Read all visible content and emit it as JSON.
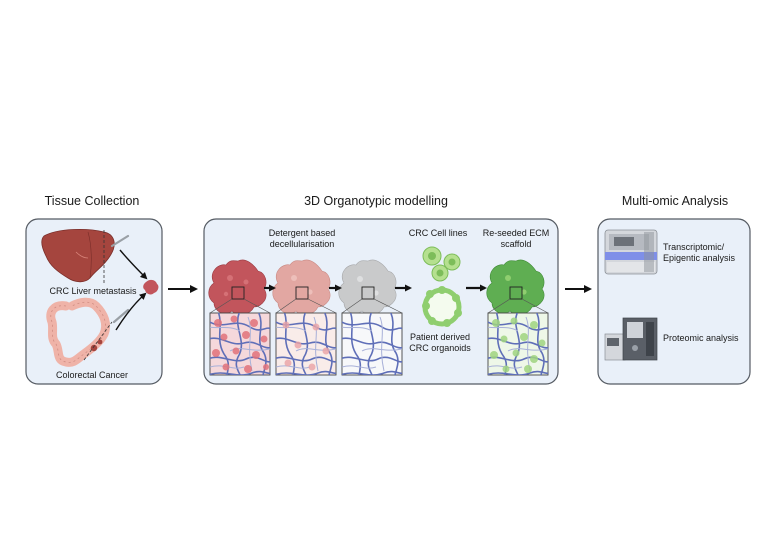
{
  "sections": {
    "tissue": {
      "title": "Tissue Collection",
      "liver_label": "CRC Liver metastasis",
      "colon_label": "Colorectal Cancer"
    },
    "modelling": {
      "title": "3D Organotypic modelling",
      "decell_label_1": "Detergent based",
      "decell_label_2": "decellularisation",
      "cell_lines_label": "CRC Cell lines",
      "reseeded_label_1": "Re-seeded ECM",
      "reseeded_label_2": "scaffold",
      "organoid_label_1": "Patient derived",
      "organoid_label_2": "CRC organoids"
    },
    "omics": {
      "title": "Multi-omic Analysis",
      "transcriptomic_label_1": "Transcriptomic/",
      "transcriptomic_label_2": "Epigentic analysis",
      "proteomic_label": "Proteomic analysis"
    }
  },
  "colors": {
    "panel_fill": "#e9f0f9",
    "panel_stroke": "#555b63",
    "tumour_red": "#c2555c",
    "decell_pink": "#e2a7a2",
    "scaffold_grey": "#c9cacb",
    "reseeded_green": "#5fae52",
    "organoid_green": "#8fce6f",
    "liver_brown": "#a5453e",
    "colon_pink": "#efb3a8",
    "fibre_blue": "#5f6fb8",
    "instrument_blue": "#7f8fe8"
  }
}
